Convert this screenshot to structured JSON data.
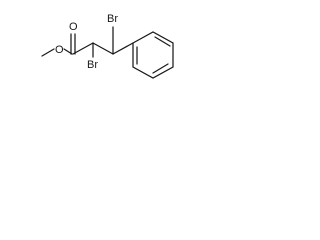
{
  "molecule": {
    "atoms": {
      "carbonyl_oxygen": "O",
      "ester_oxygen": "O",
      "bromine_top": "Br",
      "bromine_bottom": "Br"
    }
  }
}
